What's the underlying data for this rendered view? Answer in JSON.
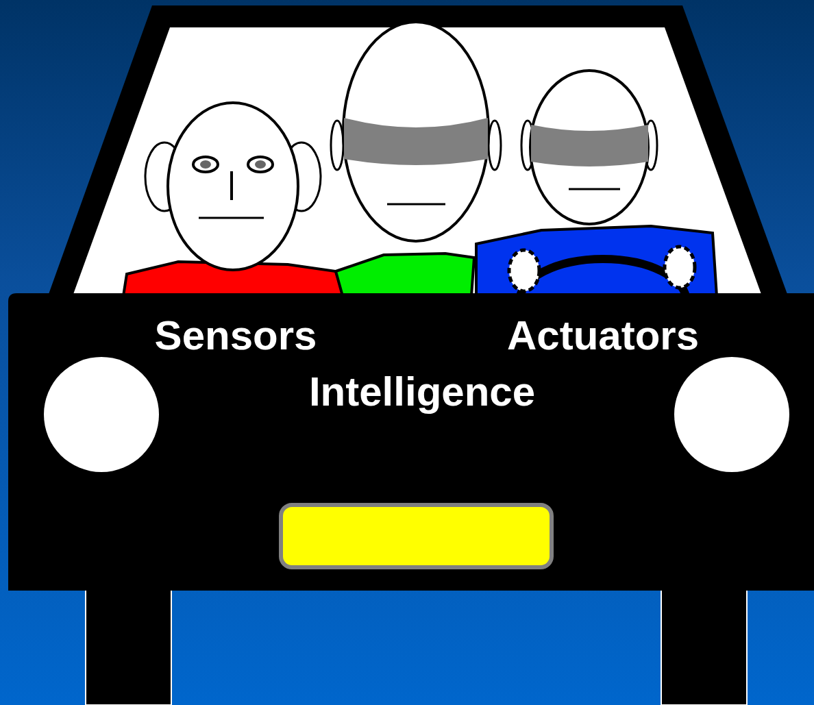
{
  "diagram": {
    "labels": [
      "Sensors",
      "Actuators",
      "Intelligence"
    ]
  }
}
